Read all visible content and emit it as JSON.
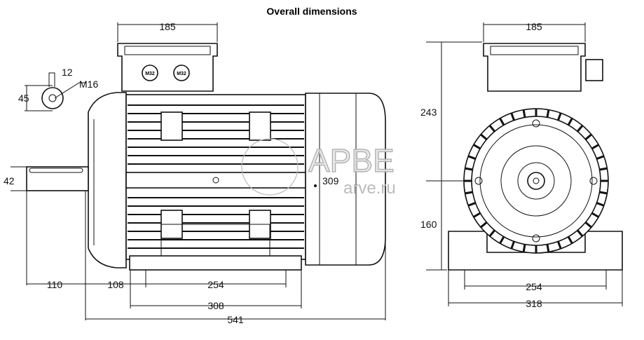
{
  "title": "Overall dimensions",
  "side_view": {
    "terminal_box_width": "185",
    "shaft_diameter": "42",
    "key_width": "12",
    "shaft_end_height": "45",
    "thread": "M16",
    "shaft_length": "110",
    "shaft_to_foot_hole": "108",
    "foot_hole_distance": "254",
    "foot_length": "308",
    "overall_length": "541",
    "fan_cover_diameter": "309",
    "gland_label": "M32"
  },
  "front_view": {
    "terminal_box_width": "185",
    "height_above_axis": "243",
    "axis_height": "160",
    "foot_hole_distance": "254",
    "foot_width": "318"
  },
  "watermark": {
    "brand": "АРВЕ",
    "site": "arve.ru"
  }
}
